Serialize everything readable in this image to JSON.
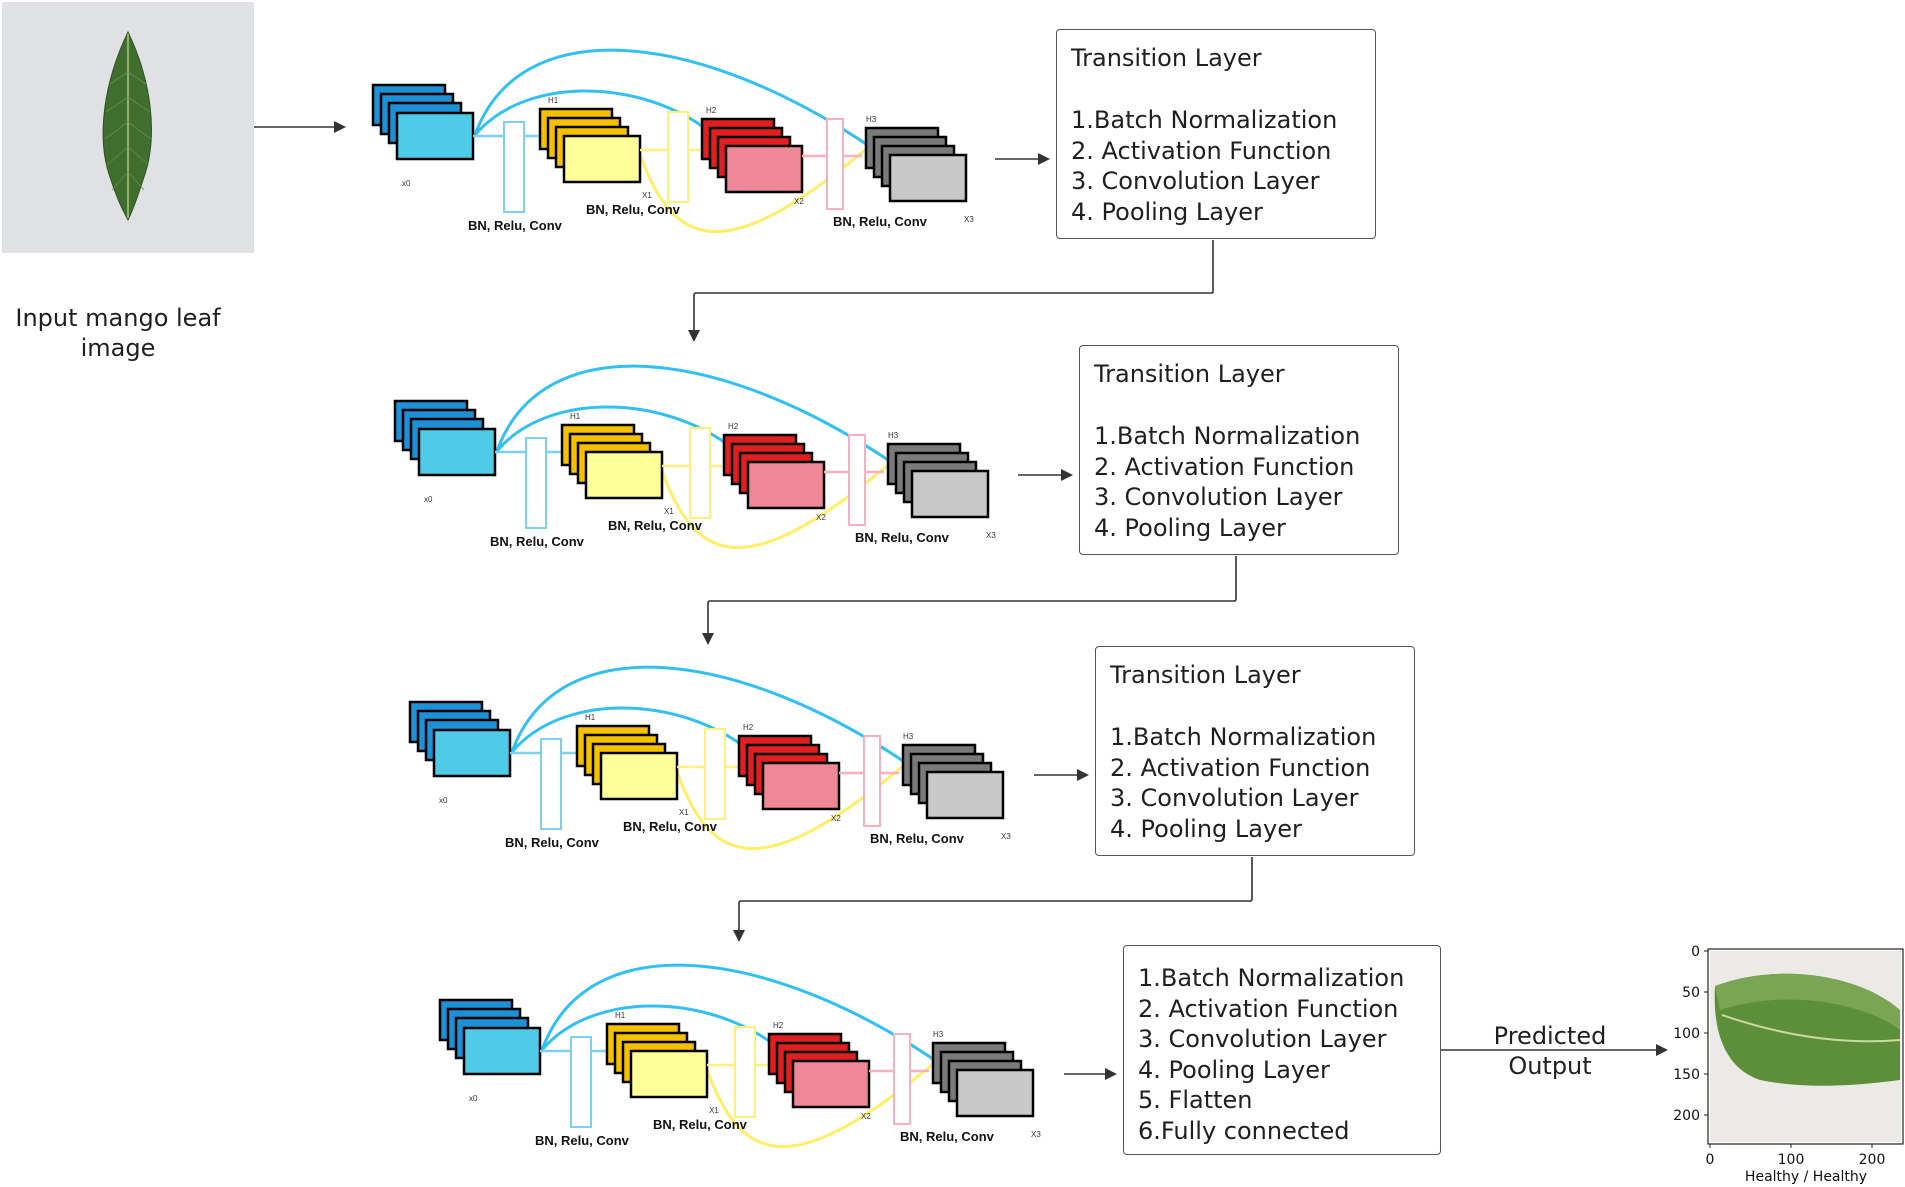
{
  "input": {
    "caption": "Input mango leaf image"
  },
  "block_labels": {
    "conv1": "BN, Relu, Conv",
    "conv2": "BN, Relu, Conv",
    "conv3": "BN, Relu, Conv",
    "x0": "x0",
    "x1": "X1",
    "x2": "X2",
    "x3": "X3",
    "h1": "H1",
    "h2": "H2",
    "h3": "H3"
  },
  "transition_layers": [
    {
      "title": "Transition Layer",
      "steps": [
        "1.Batch Normalization",
        "2. Activation Function",
        "3. Convolution Layer",
        "4. Pooling Layer"
      ]
    },
    {
      "title": "Transition Layer",
      "steps": [
        "1.Batch Normalization",
        "2. Activation Function",
        "3. Convolution Layer",
        "4. Pooling Layer"
      ]
    },
    {
      "title": "Transition Layer",
      "steps": [
        "1.Batch Normalization",
        "2. Activation Function",
        "3. Convolution Layer",
        "4. Pooling Layer"
      ]
    }
  ],
  "final_layer": {
    "steps": [
      "1.Batch Normalization",
      "2. Activation Function",
      "3. Convolution Layer",
      "4. Pooling Layer",
      "5. Flatten",
      "6.Fully connected"
    ]
  },
  "output": {
    "arrow_label": "Predicted Output",
    "plot_xlabel": "Healthy / Healthy",
    "y_ticks": [
      "0",
      "50",
      "100",
      "150",
      "200"
    ],
    "x_ticks": [
      "0",
      "100",
      "200"
    ]
  },
  "colors": {
    "input_maps": "#1e90d6",
    "input_maps_front": "#4fcbe8",
    "h1_maps": "#f5c000",
    "h1_maps_front": "#ffff99",
    "h2_maps": "#e02020",
    "h2_maps_front": "#ee8896",
    "h3_maps": "#7a7a7a",
    "h3_maps_front": "#c8c8c8",
    "skip_blue": "#31c0f0",
    "skip_yellow": "#ffee66",
    "connector_blue_box": "#7fd0f0",
    "connector_yellow_box": "#fff07a",
    "connector_pink_box": "#f7b0c0",
    "arrow": "#333333",
    "leaf": "#3f6e2e",
    "photo_bg": "#dfe1e4"
  }
}
